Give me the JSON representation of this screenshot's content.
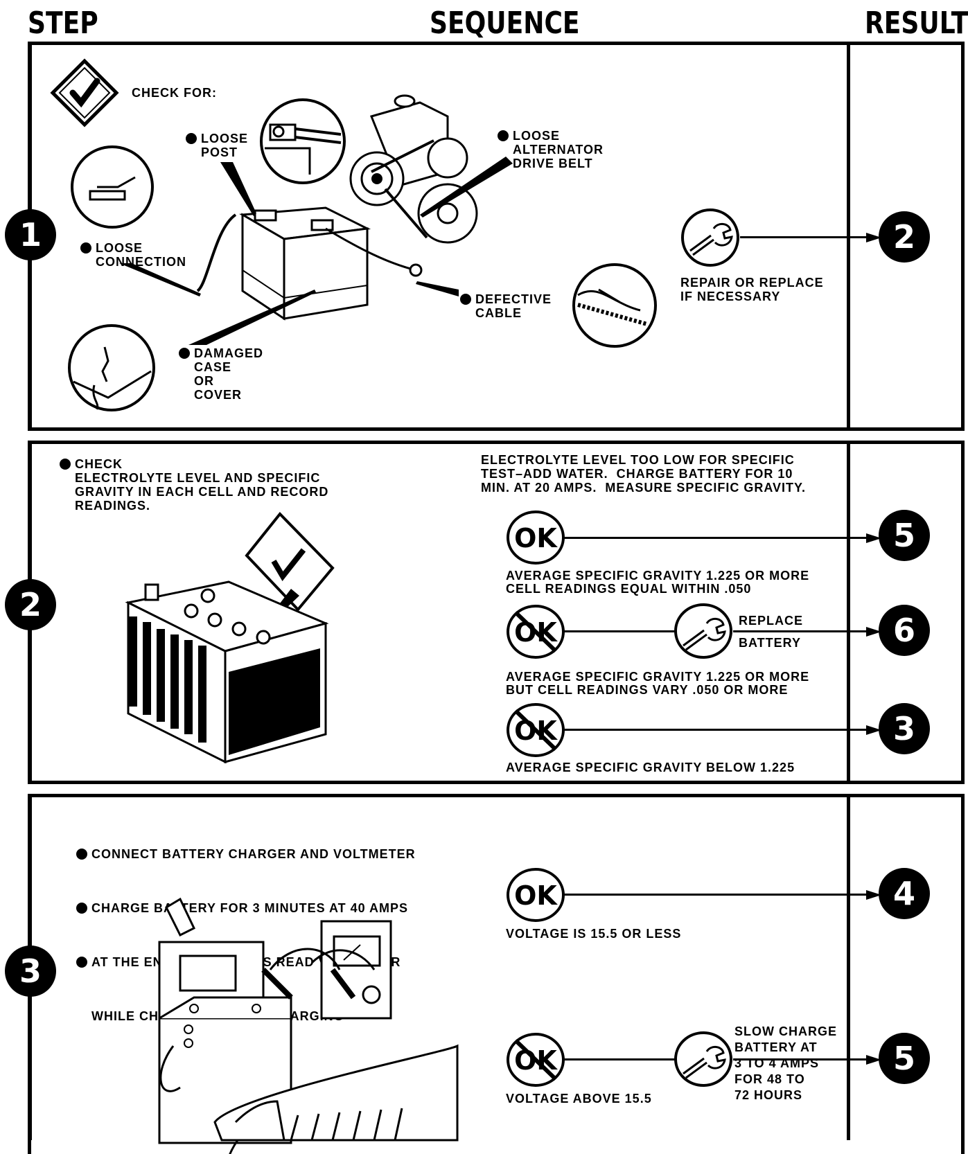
{
  "header": {
    "step": "STEP",
    "sequence": "SEQUENCE",
    "result": "RESULT"
  },
  "steps": [
    {
      "number": "1",
      "check_for": "CHECK FOR:",
      "labels": {
        "loose_post": "LOOSE\nPOST",
        "loose_connection": "LOOSE\nCONNECTION",
        "damaged_case": "DAMAGED\nCASE\nOR\nCOVER",
        "loose_belt": "LOOSE\nALTERNATOR\nDRIVE BELT",
        "defective_cable": "DEFECTIVE\nCABLE"
      },
      "repair_text": "REPAIR OR REPLACE\nIF NECESSARY",
      "result": "2"
    },
    {
      "number": "2",
      "check_text": "CHECK\nELECTROLYTE LEVEL AND SPECIFIC\nGRAVITY IN EACH CELL AND RECORD\nREADINGS.",
      "note": "ELECTROLYTE LEVEL TOO LOW FOR SPECIFIC\nTEST–ADD WATER.  CHARGE BATTERY FOR 10\nMIN. AT 20 AMPS.  MEASURE SPECIFIC GRAVITY.",
      "ok_label": "OK",
      "outcomes": [
        {
          "text": "AVERAGE SPECIFIC GRAVITY 1.225 OR MORE\nCELL READINGS EQUAL WITHIN .050",
          "result": "5"
        },
        {
          "text": "AVERAGE SPECIFIC GRAVITY 1.225 OR MORE\nBUT CELL READINGS VARY .050 OR MORE",
          "action_line1": "REPLACE",
          "action_line2": "BATTERY",
          "result": "6"
        },
        {
          "text": "AVERAGE SPECIFIC GRAVITY BELOW 1.225",
          "result": "3"
        }
      ]
    },
    {
      "number": "3",
      "instructions": [
        "CONNECT BATTERY CHARGER AND VOLTMETER",
        "CHARGE BATTERY FOR 3 MINUTES AT 40 AMPS",
        "AT THE END OF 3 MINUTES READ VOLTMETER"
      ],
      "instructions_cont": "WHILE CHARGER IS STILL CHARGING",
      "outcomes": [
        {
          "text": "VOLTAGE IS 15.5 OR LESS",
          "result": "4"
        },
        {
          "text": "VOLTAGE ABOVE 15.5",
          "action": "SLOW CHARGE\nBATTERY AT\n3 TO 4 AMPS\nFOR 48 TO\n72 HOURS",
          "result": "5"
        }
      ]
    }
  ]
}
